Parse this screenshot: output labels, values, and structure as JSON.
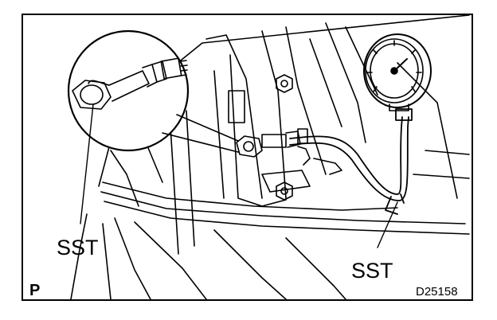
{
  "figure": {
    "callouts": [
      "SST",
      "SST"
    ],
    "corner_mark": "P",
    "figure_code": "D25158"
  },
  "parts": {
    "gauge": "pressure-gauge-icon",
    "hose": "hose-icon",
    "adapter": "adapter-fitting-icon",
    "engine": "transmission-case-icon",
    "detail": "magnified-detail-icon"
  },
  "colors": {
    "line": "#000000",
    "background": "#ffffff"
  }
}
